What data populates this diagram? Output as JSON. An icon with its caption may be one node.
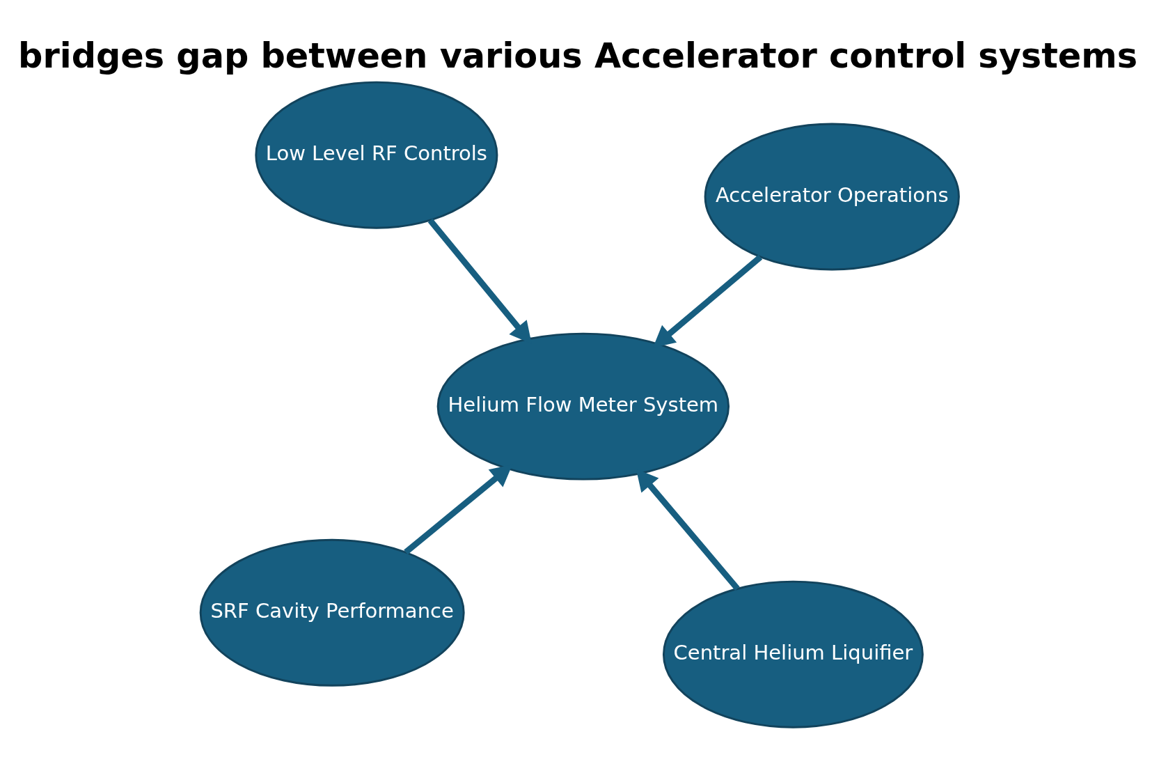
{
  "diagram": {
    "title": "bridges gap between various Accelerator control systems",
    "nodes": [
      {
        "text": [
          "SRF Cavity Performance"
        ]
      },
      {
        "text": [
          "Central Helium Liquifier"
        ]
      },
      {
        "text": [
          "Helium Flow Meter System"
        ]
      },
      {
        "text": [
          "Low Level RF Controls"
        ]
      },
      {
        "text": [
          "Accelerator Operations"
        ]
      }
    ],
    "edges": [
      {
        "from": 0,
        "to": 2,
        "arrow": "to"
      },
      {
        "from": 1,
        "to": 2,
        "arrow": "to"
      },
      {
        "from": 3,
        "to": 2,
        "arrow": "to"
      },
      {
        "from": 4,
        "to": 2,
        "arrow": "to"
      }
    ]
  }
}
